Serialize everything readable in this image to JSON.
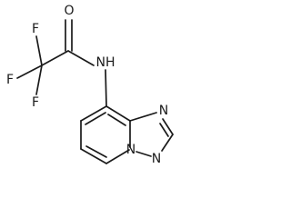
{
  "molecule": {
    "atoms": {
      "f1": "F",
      "f2": "F",
      "f3": "F",
      "o": "O",
      "nh": "NH",
      "n_bridge": "N",
      "n_ring_top": "N",
      "n_ring_bottom": "N"
    }
  }
}
